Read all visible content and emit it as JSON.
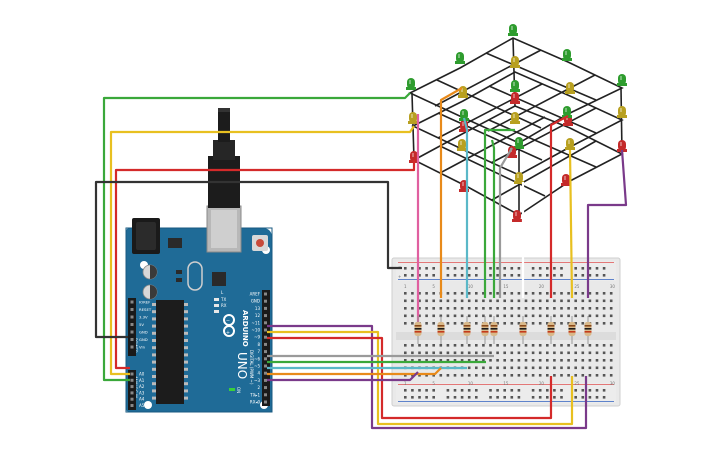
{
  "board": {
    "brand": "ARDUINO",
    "model": "UNO",
    "digital_header_label": "DIGITAL (PWM ~)",
    "power_header_label": "POWER",
    "analog_header_label": "ANALOG IN",
    "on_label": "ON",
    "tx_label": "TX",
    "rx_label": "RX",
    "l_label": "L",
    "power_pins": [
      "IOREF",
      "RESET",
      "3.3V",
      "5V",
      "GND",
      "GND",
      "Vin"
    ],
    "analog_pins": [
      "A0",
      "A1",
      "A2",
      "A3",
      "A4",
      "A5"
    ],
    "digital_pins": [
      "AREF",
      "GND",
      "13",
      "12",
      "~11",
      "~10",
      "~9",
      "8",
      "7",
      "~6",
      "~5",
      "4",
      "~3",
      "2",
      "TX▸1",
      "RX◂0"
    ]
  },
  "breadboard": {
    "top_numbers": [
      "1",
      "5",
      "10",
      "15",
      "20",
      "25",
      "30"
    ],
    "bottom_numbers": [
      "1",
      "5",
      "10",
      "15",
      "20",
      "25",
      "30"
    ]
  },
  "colors": {
    "board_blue": "#1f6b97",
    "board_dark": "#185a80",
    "breadboard_body": "#e6e6e6",
    "wire_green": "#3aa83a",
    "wire_yellow": "#e8c020",
    "wire_red": "#d42a2a",
    "wire_black": "#333333",
    "wire_orange": "#e88a1a",
    "wire_teal": "#5ab8c8",
    "wire_purple": "#7a3a8a",
    "wire_gray": "#9a9a9a",
    "wire_pink": "#e060a0",
    "led_green": "#2e9c2e",
    "led_yellow": "#b8a020",
    "led_red": "#c42a2a"
  }
}
